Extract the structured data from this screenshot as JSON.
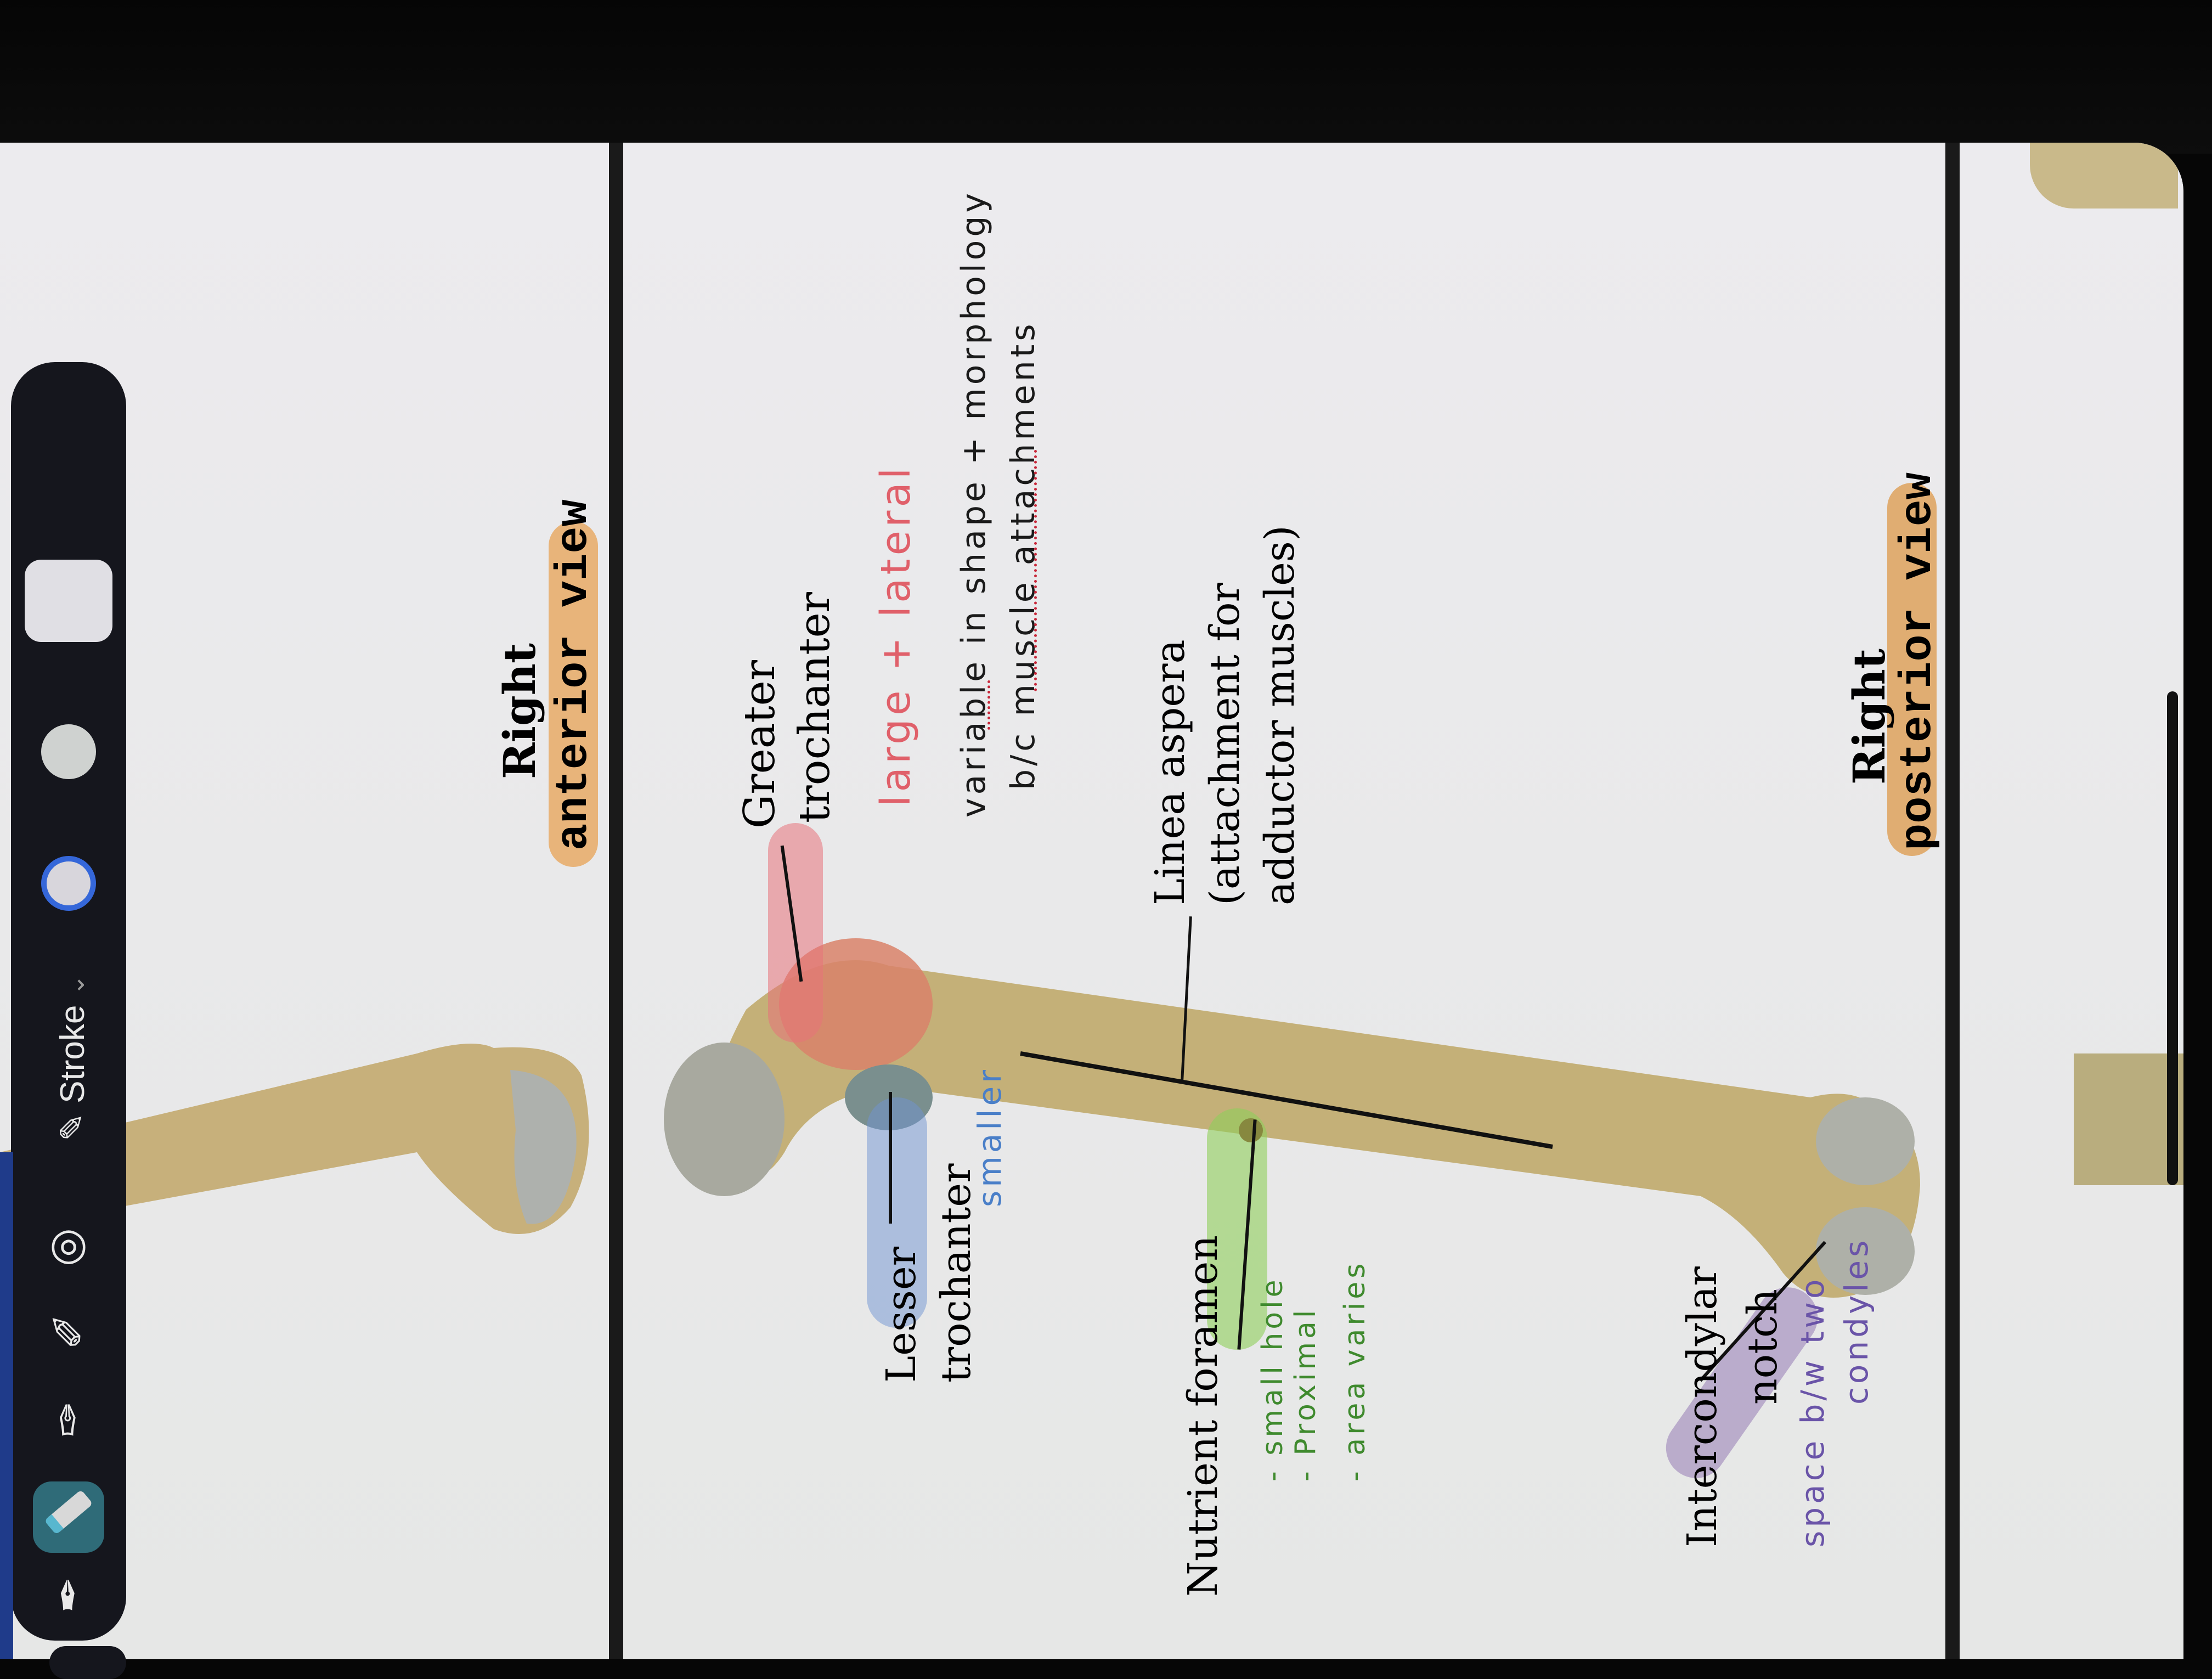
{
  "app": {
    "toolbar": {
      "items": [
        {
          "name": "lasso",
          "icon": "lasso-icon"
        },
        {
          "name": "eraser",
          "icon": "eraser-icon",
          "selected": true
        },
        {
          "name": "highlighter",
          "icon": "highlighter-icon"
        },
        {
          "name": "pen",
          "icon": "pen-icon"
        },
        {
          "name": "shapes",
          "icon": "shapes-icon"
        }
      ],
      "stroke_label": "Stroke",
      "stroke_chevron": "⌄",
      "colors": [
        "#e0dfe4",
        "#cfd2d0",
        "#3567d9"
      ]
    }
  },
  "pages": {
    "left": {
      "caption_line1": "Right",
      "caption_line2": "anterior view",
      "caption_highlight": "#e8b47a"
    },
    "main": {
      "caption_line1": "Right",
      "caption_line2": "posterior view",
      "caption_highlight": "#e0ad72",
      "labels": {
        "greater_trochanter": [
          "Greater",
          "trochanter"
        ],
        "lesser_trochanter": [
          "Lesser",
          "trochanter"
        ],
        "linea_aspera": [
          "Linea aspera",
          "(attachment for",
          "adductor muscles)"
        ],
        "nutrient_foramen": "Nutrient foramen",
        "intercondylar_notch": [
          "Intercondylar",
          "notch"
        ]
      },
      "annotations": {
        "greater_trochanter_note": "large + lateral",
        "trochanter_note_line1": "variable in shape + morphology",
        "trochanter_note_line2": "b/c muscle attachments",
        "lesser_trochanter_note": "smaller",
        "nutrient_note": [
          "- small hole",
          "- Proximal",
          "- area varies"
        ],
        "intercondylar_note_line1": "space b/w two",
        "intercondylar_note_line2": "condyles"
      },
      "highlight_colors": {
        "greater_trochanter": "#e8737a",
        "lesser_trochanter": "#6f93d2",
        "nutrient_foramen": "#8fcf5a",
        "intercondylar_notch": "#8e6fb0"
      },
      "ink_colors": {
        "red": "#e0606a",
        "black": "#1a1a1a",
        "blue": "#4a7fc8",
        "green": "#3f8a2e",
        "purple": "#6a54a8"
      }
    }
  }
}
